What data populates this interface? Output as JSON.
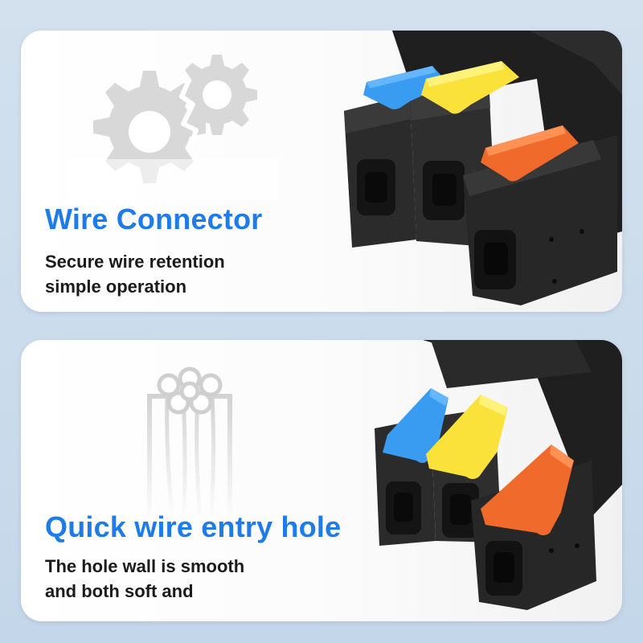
{
  "colors": {
    "heading": "#1e7be8",
    "text": "#1b1b1b",
    "icon": "#d6d6d6",
    "housing": "#2a2a2a",
    "lever_blue": "#3a9cf0",
    "lever_yellow": "#fbe23a",
    "lever_orange": "#f06a2c"
  },
  "panels": [
    {
      "icon": "gear-icon",
      "title": "Wire Connector",
      "lines": [
        "Secure wire retention",
        "simple operation"
      ]
    },
    {
      "icon": "stranded-wire-icon",
      "title": "Quick wire entry hole",
      "lines": [
        "The hole wall is smooth",
        "and both soft and"
      ]
    }
  ]
}
